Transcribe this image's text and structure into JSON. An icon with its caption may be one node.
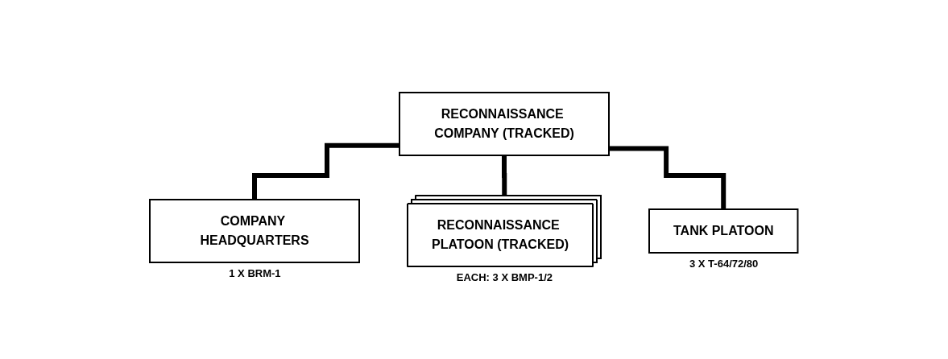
{
  "diagram": {
    "nodes": [
      {
        "text": [
          "RECONNAISSANCE COMPANY (TRACKED)"
        ]
      },
      {
        "text": [
          "COMPANY HEADQUARTERS"
        ],
        "beside": [
          "1 X BRM-1"
        ]
      },
      {
        "text": [
          "RECONNAISSANCE PLATOON (TRACKED)"
        ],
        "beside": [
          "EACH: 3 X BMP-1/2"
        ]
      },
      {
        "text": [
          "TANK PLATOON"
        ],
        "beside": [
          "3 X T-64/72/80"
        ]
      }
    ],
    "edges": [
      {
        "from": 0,
        "to": 1,
        "arrow": "none"
      },
      {
        "from": 0,
        "to": 2,
        "arrow": "none"
      },
      {
        "from": 0,
        "to": 3,
        "arrow": "none"
      }
    ]
  }
}
